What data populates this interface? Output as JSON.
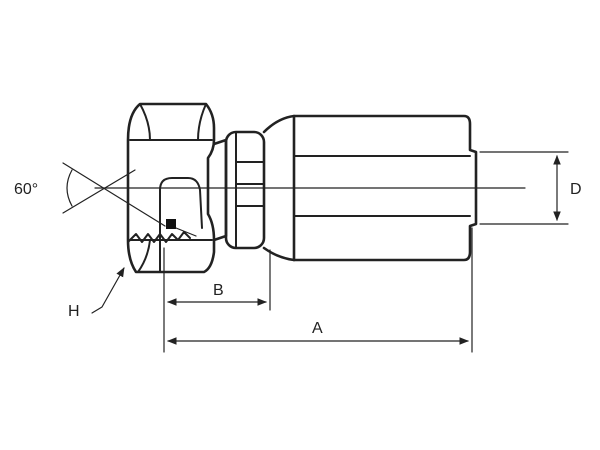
{
  "diagram": {
    "labels": {
      "angle": "60°",
      "dim_d": "D",
      "dim_b": "B",
      "dim_a": "A",
      "dim_h": "H"
    },
    "colors": {
      "line": "#222222",
      "background": "#ffffff",
      "seal": "#111111"
    }
  }
}
